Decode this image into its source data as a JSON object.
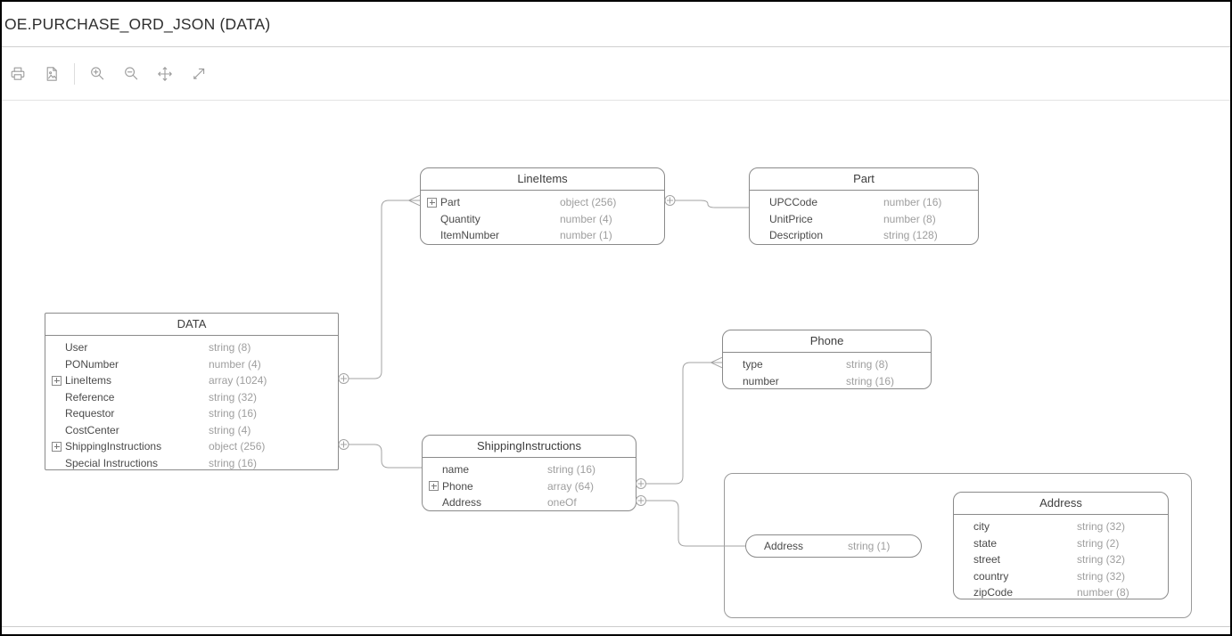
{
  "window": {
    "title": "OE.PURCHASE_ORD_JSON (DATA)"
  },
  "toolbar": {
    "icons": [
      "printer-icon",
      "export-image-icon",
      "zoom-in-icon",
      "zoom-out-icon",
      "pan-icon",
      "expand-icon"
    ]
  },
  "colors": {
    "box_border": "#8a8a8a",
    "connector_line": "#a3a3a3",
    "field_name_text": "#4a4a4a",
    "field_type_text": "#9e9e9e",
    "title_text": "#2f2f2f"
  },
  "diagram": {
    "entities": [
      {
        "id": "data",
        "title": "DATA",
        "fields": [
          {
            "name": "User",
            "type": "string (8)"
          },
          {
            "name": "PONumber",
            "type": "number (4)"
          },
          {
            "name": "LineItems",
            "type": "array (1024)",
            "expandable": true
          },
          {
            "name": "Reference",
            "type": "string (32)"
          },
          {
            "name": "Requestor",
            "type": "string (16)"
          },
          {
            "name": "CostCenter",
            "type": "string (4)"
          },
          {
            "name": "ShippingInstructions",
            "type": "object (256)",
            "expandable": true
          },
          {
            "name": "Special Instructions",
            "type": "string (16)"
          }
        ]
      },
      {
        "id": "lineitems",
        "title": "LineItems",
        "fields": [
          {
            "name": "Part",
            "type": "object (256)",
            "expandable": true
          },
          {
            "name": "Quantity",
            "type": "number (4)"
          },
          {
            "name": "ItemNumber",
            "type": "number (1)"
          }
        ]
      },
      {
        "id": "part",
        "title": "Part",
        "fields": [
          {
            "name": "UPCCode",
            "type": "number (16)"
          },
          {
            "name": "UnitPrice",
            "type": "number (8)"
          },
          {
            "name": "Description",
            "type": "string (128)"
          }
        ]
      },
      {
        "id": "phone",
        "title": "Phone",
        "fields": [
          {
            "name": "type",
            "type": "string (8)"
          },
          {
            "name": "number",
            "type": "string (16)"
          }
        ]
      },
      {
        "id": "shippinginstructions",
        "title": "ShippingInstructions",
        "fields": [
          {
            "name": "name",
            "type": "string (16)"
          },
          {
            "name": "Phone",
            "type": "array (64)",
            "expandable": true
          },
          {
            "name": "Address",
            "type": "oneOf"
          }
        ]
      },
      {
        "id": "address-item",
        "title": null,
        "fields": [
          {
            "name": "Address",
            "type": "string (1)"
          }
        ]
      },
      {
        "id": "address",
        "title": "Address",
        "fields": [
          {
            "name": "city",
            "type": "string (32)"
          },
          {
            "name": "state",
            "type": "string (2)"
          },
          {
            "name": "street",
            "type": "string (32)"
          },
          {
            "name": "country",
            "type": "string (32)"
          },
          {
            "name": "zipCode",
            "type": "number (8)"
          }
        ]
      }
    ],
    "relations": [
      {
        "from": "DATA.LineItems",
        "to": "LineItems",
        "kind": "array"
      },
      {
        "from": "LineItems.Part",
        "to": "Part",
        "kind": "object"
      },
      {
        "from": "DATA.ShippingInstructions",
        "to": "ShippingInstructions",
        "kind": "object"
      },
      {
        "from": "ShippingInstructions.Phone",
        "to": "Phone",
        "kind": "array"
      },
      {
        "from": "ShippingInstructions.Address",
        "to": "Address group",
        "kind": "oneOf"
      }
    ]
  }
}
